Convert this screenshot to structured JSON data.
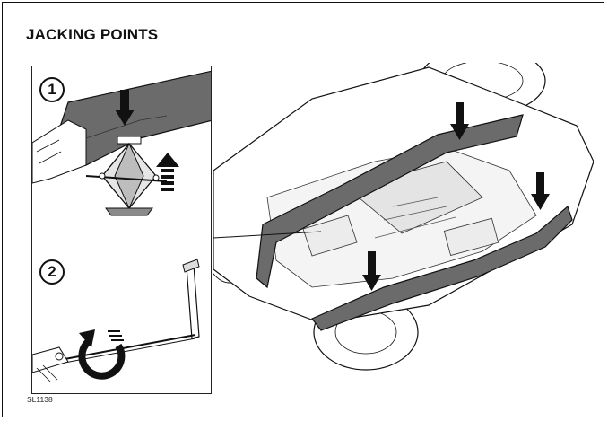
{
  "title": "JACKING POINTS",
  "steps": [
    {
      "number": "1",
      "subject": "scissor-jack-lifting"
    },
    {
      "number": "2",
      "subject": "jack-crank-handle"
    }
  ],
  "reference_code": "SL1138",
  "colors": {
    "line": "#111111",
    "sill_fill": "#6b6b6b",
    "body_fill": "#ffffff",
    "arrow": "#111111"
  },
  "icons": [
    "down-arrow-icon",
    "up-arrow-icon",
    "rotate-arrow-icon"
  ]
}
